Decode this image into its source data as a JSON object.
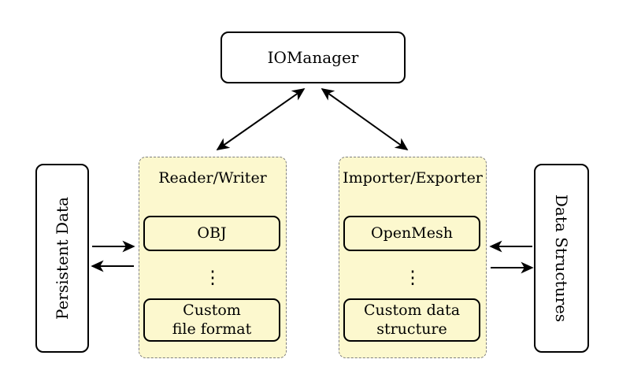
{
  "diagram": {
    "nodes": {
      "iomanager": {
        "label": "IOManager"
      },
      "persistent_data": {
        "label": "Persistent Data"
      },
      "data_structures": {
        "label": "Data Structures"
      },
      "reader_writer": {
        "title": "Reader/Writer",
        "items": [
          {
            "label": "OBJ"
          },
          {
            "label": "⋮"
          },
          {
            "label": "Custom\nfile format"
          }
        ]
      },
      "importer_exporter": {
        "title": "Importer/Exporter",
        "items": [
          {
            "label": "OpenMesh"
          },
          {
            "label": "⋮"
          },
          {
            "label": "Custom data\nstructure"
          }
        ]
      }
    },
    "connections": [
      {
        "from": "IOManager",
        "to": "Reader/Writer",
        "direction": "bidirectional"
      },
      {
        "from": "IOManager",
        "to": "Importer/Exporter",
        "direction": "bidirectional"
      },
      {
        "from": "Persistent Data",
        "to": "Reader/Writer",
        "direction": "right"
      },
      {
        "from": "Reader/Writer",
        "to": "Persistent Data",
        "direction": "left"
      },
      {
        "from": "Importer/Exporter",
        "to": "Data Structures",
        "direction": "right"
      },
      {
        "from": "Data Structures",
        "to": "Importer/Exporter",
        "direction": "left"
      }
    ],
    "colors": {
      "group_fill": "#fcf8ce",
      "group_border": "#7f7f7f",
      "box_border": "#000000",
      "box_fill": "#ffffff",
      "arrow": "#000000"
    }
  }
}
